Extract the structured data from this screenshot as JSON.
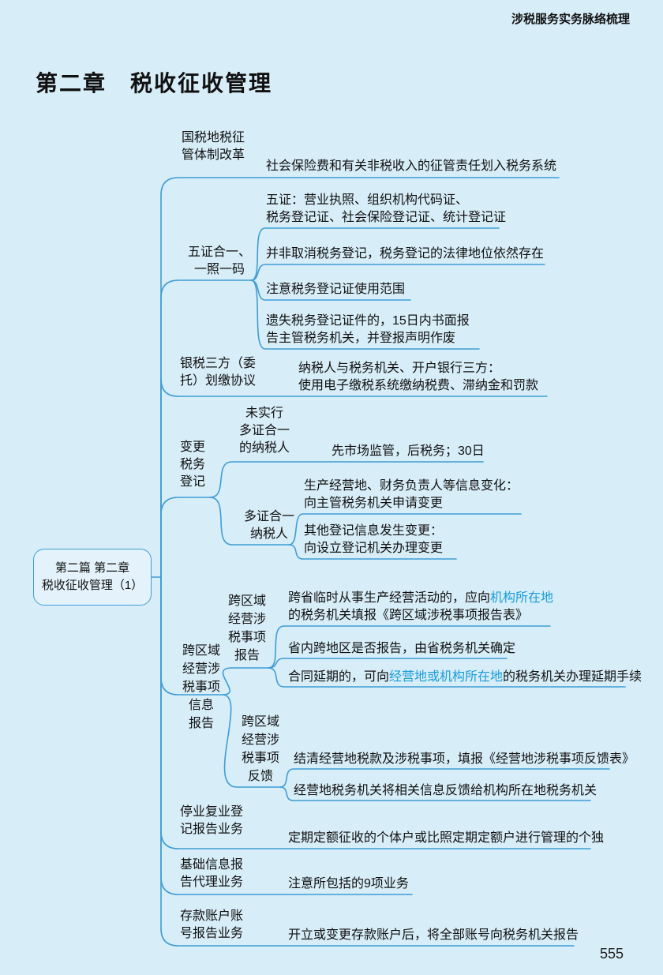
{
  "page": {
    "header": "涉税服务实务脉络梳理",
    "title": "第二章　税收征收管理",
    "page_number": "555",
    "colors": {
      "background": "#d7edf8",
      "line": "#3f9dd4",
      "highlight": "#189cd8",
      "text": "#111111",
      "root_fill": "#e4f3fb"
    }
  },
  "root": {
    "line1": "第二篇 第二章",
    "line2": "税收征收管理（1）"
  },
  "branches": {
    "b1": {
      "label": "国税地税征\n管体制改革",
      "leaf1": "社会保险费和有关非税收入的征管责任划入税务系统"
    },
    "b2": {
      "label": "五证合一、\n一照一码",
      "leaf1": "五证：营业执照、组织机构代码证、\n税务登记证、社会保险登记证、统计登记证",
      "leaf2": "并非取消税务登记，税务登记的法律地位依然存在",
      "leaf3": "注意税务登记证使用范围",
      "leaf4": "遗失税务登记证件的，15日内书面报\n告主管税务机关，并登报声明作废"
    },
    "b3": {
      "label": "银税三方（委\n托）划缴协议",
      "leaf1": "纳税人与税务机关、开户银行三方：\n使用电子缴税系统缴纳税费、滞纳金和罚款"
    },
    "b4": {
      "label": "变更\n税务\n登记",
      "sub1": {
        "label": "未实行\n多证合一\n的纳税人",
        "leaf1": "先市场监管，后税务；30日"
      },
      "sub2": {
        "label": "多证合一\n纳税人",
        "leaf1": "生产经营地、财务负责人等信息变化：\n向主管税务机关申请变更",
        "leaf2": "其他登记信息发生变更：\n向设立登记机关办理变更"
      }
    },
    "b5": {
      "label": "跨区域\n经营涉\n税事项\n信息\n报告",
      "sub1": {
        "label": "跨区域\n经营涉\n税事项\n报告",
        "leaf1_part1": "跨省临时从事生产经营活动的，应向",
        "leaf1_highlight": "机构所在地",
        "leaf1_part2": "的税务机关填报《跨区域涉税事项报告表》",
        "leaf2": "省内跨地区是否报告，由省税务机关确定",
        "leaf3_part1": "合同延期的，可向",
        "leaf3_highlight": "经营地或机构所在地",
        "leaf3_part2": "的税务机关办理延期手续"
      },
      "sub2": {
        "label": "跨区域\n经营涉\n税事项\n反馈",
        "leaf1": "结清经营地税款及涉税事项，填报《经营地涉税事项反馈表》",
        "leaf2": "经营地税务机关将相关信息反馈给机构所在地税务机关"
      }
    },
    "b6": {
      "label": "停业复业登\n记报告业务",
      "leaf1": "定期定额征收的个体户或比照定期定额户进行管理的个独"
    },
    "b7": {
      "label": "基础信息报\n告代理业务",
      "leaf1": "注意所包括的9项业务"
    },
    "b8": {
      "label": "存款账户账\n号报告业务",
      "leaf1": "开立或变更存款账户后，将全部账号向税务机关报告"
    }
  }
}
